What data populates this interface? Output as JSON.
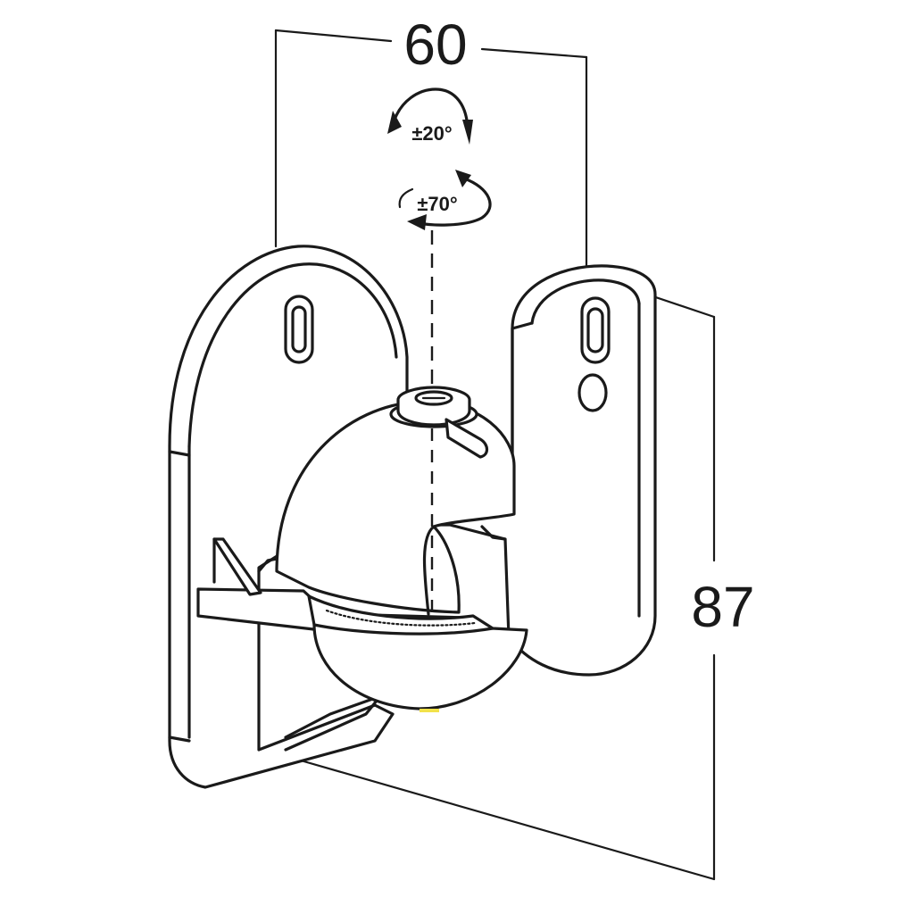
{
  "dimensions": {
    "width_label": "60",
    "height_label": "87"
  },
  "angles": {
    "tilt_label": "±20°",
    "swivel_label": "±70°"
  }
}
